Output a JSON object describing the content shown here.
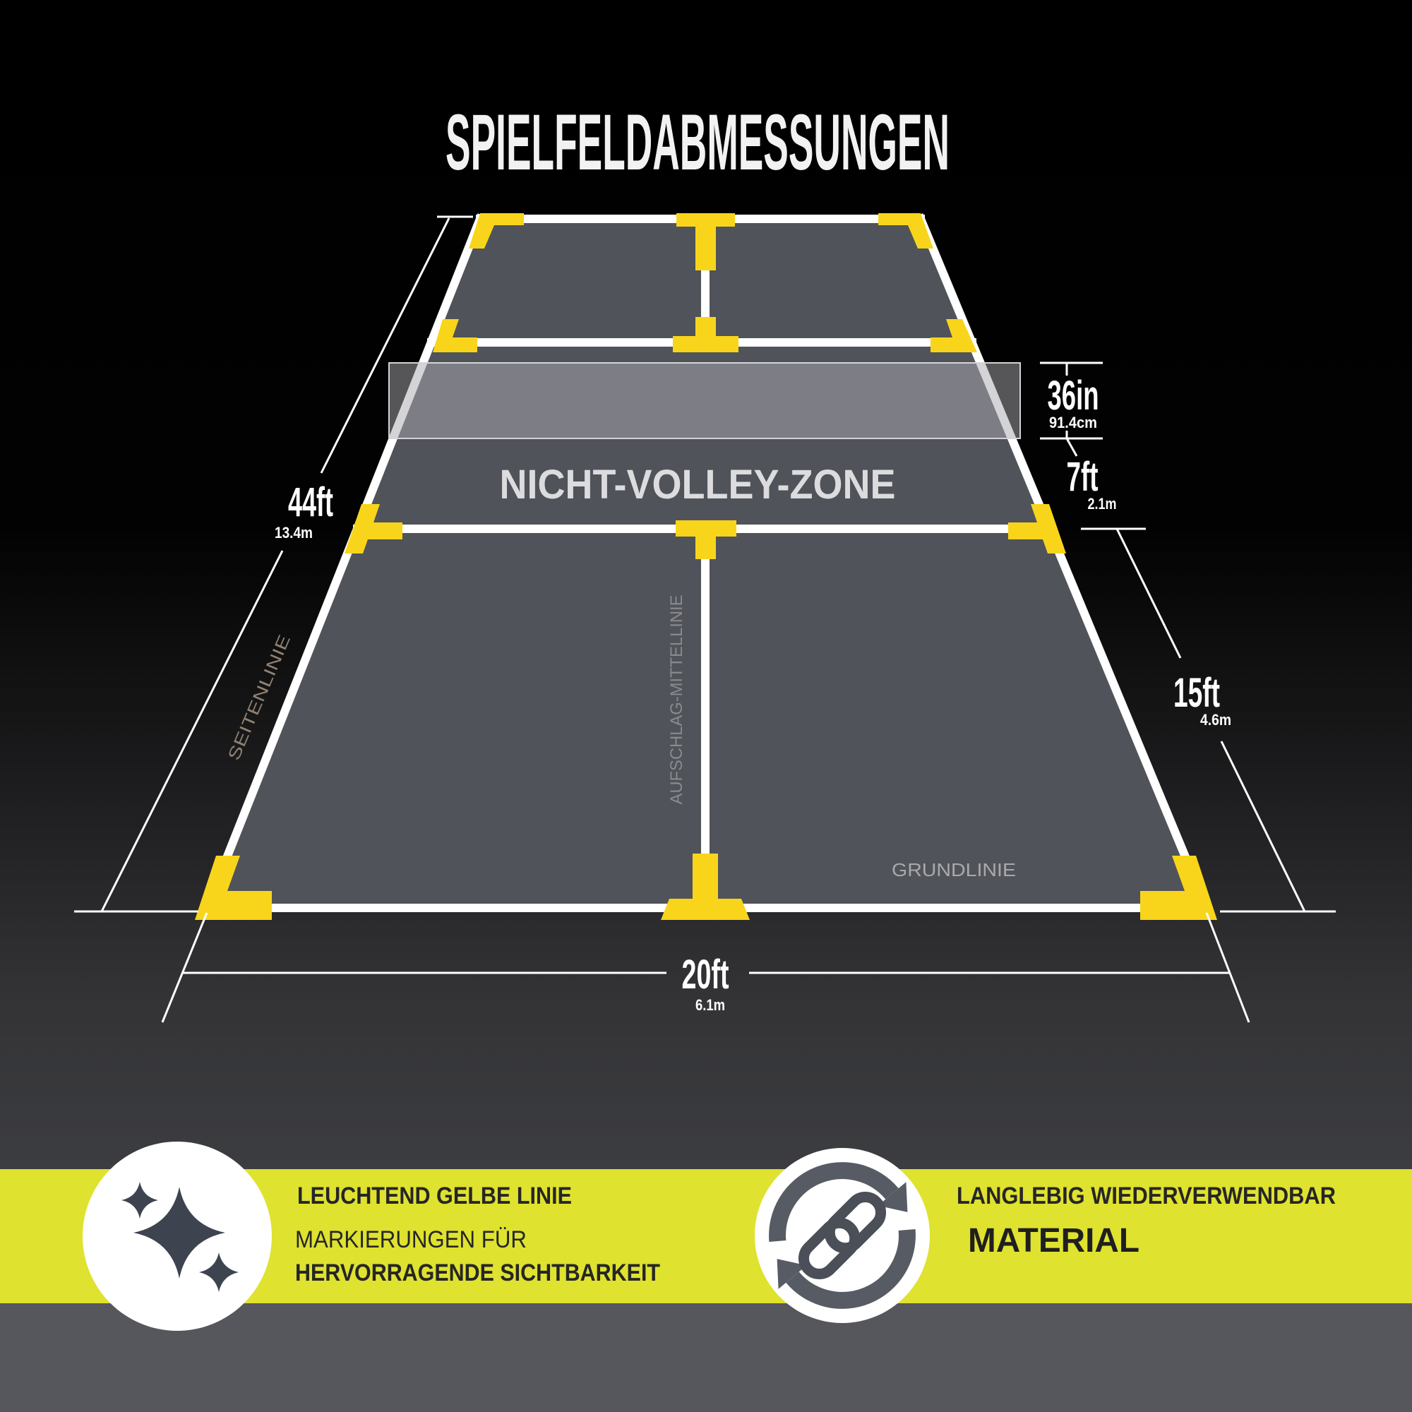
{
  "title": "SPIELFELDABMESSUNGEN",
  "court": {
    "zone_label": "NICHT-VOLLEY-ZONE",
    "center_line_label": "AUFSCHLAG-MITTELLINIE",
    "sideline_label": "SEITENLINIE",
    "baseline_label": "GRUNDLINIE"
  },
  "dimensions": {
    "length": {
      "value": "44ft",
      "metric": "13.4m"
    },
    "net_height": {
      "value": "36in",
      "metric": "91.4cm"
    },
    "kitchen_depth": {
      "value": "7ft",
      "metric": "2.1m"
    },
    "service_depth": {
      "value": "15ft",
      "metric": "4.6m"
    },
    "width": {
      "value": "20ft",
      "metric": "6.1m"
    }
  },
  "features": [
    {
      "icon": "sparkle-icon",
      "lines": [
        "LEUCHTEND GELBE LINIE",
        "MARKIERUNGEN FÜR",
        "HERVORRAGENDE SICHTBARKEIT"
      ]
    },
    {
      "icon": "recycle-chain-icon",
      "lines": [
        "LANGLEBIG WIEDERVERWENDBAR",
        "MATERIAL"
      ]
    }
  ],
  "colors": {
    "marker_yellow": "#f8d51b",
    "band_yellow": "#dfe22f",
    "court_surface": "#50535a",
    "court_lines": "#ffffff",
    "icon_slate": "#3e4350"
  }
}
